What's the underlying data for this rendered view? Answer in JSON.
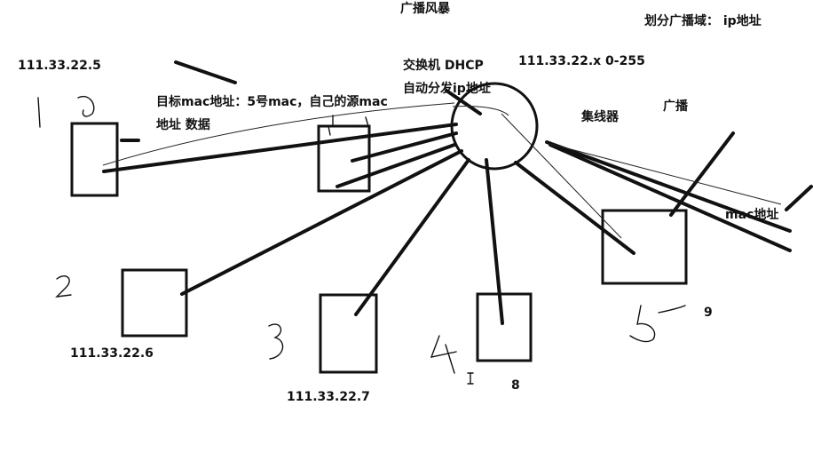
{
  "labels": {
    "broadcast_storm": "广播风暴",
    "divide_broadcast_domain": "划分广播域： ip地址",
    "ip_1": "111.33.22.5",
    "switch_dhcp": "交换机  DHCP",
    "auto_assign_ip": "自动分发ip地址",
    "subnet_range": "111.33.22.x   0-255",
    "target_mac": "目标mac地址：5号mac，自己的源mac",
    "addr_data": "地址    数据",
    "hub": "集线器",
    "broadcast": "广播",
    "mac_address": "mac地址",
    "ip_2": "111.33.22.6",
    "ip_3": "111.33.22.7",
    "num_9": "9",
    "num_8": "8"
  },
  "colors": {
    "ink": "#111111",
    "paper": "#ffffff"
  }
}
